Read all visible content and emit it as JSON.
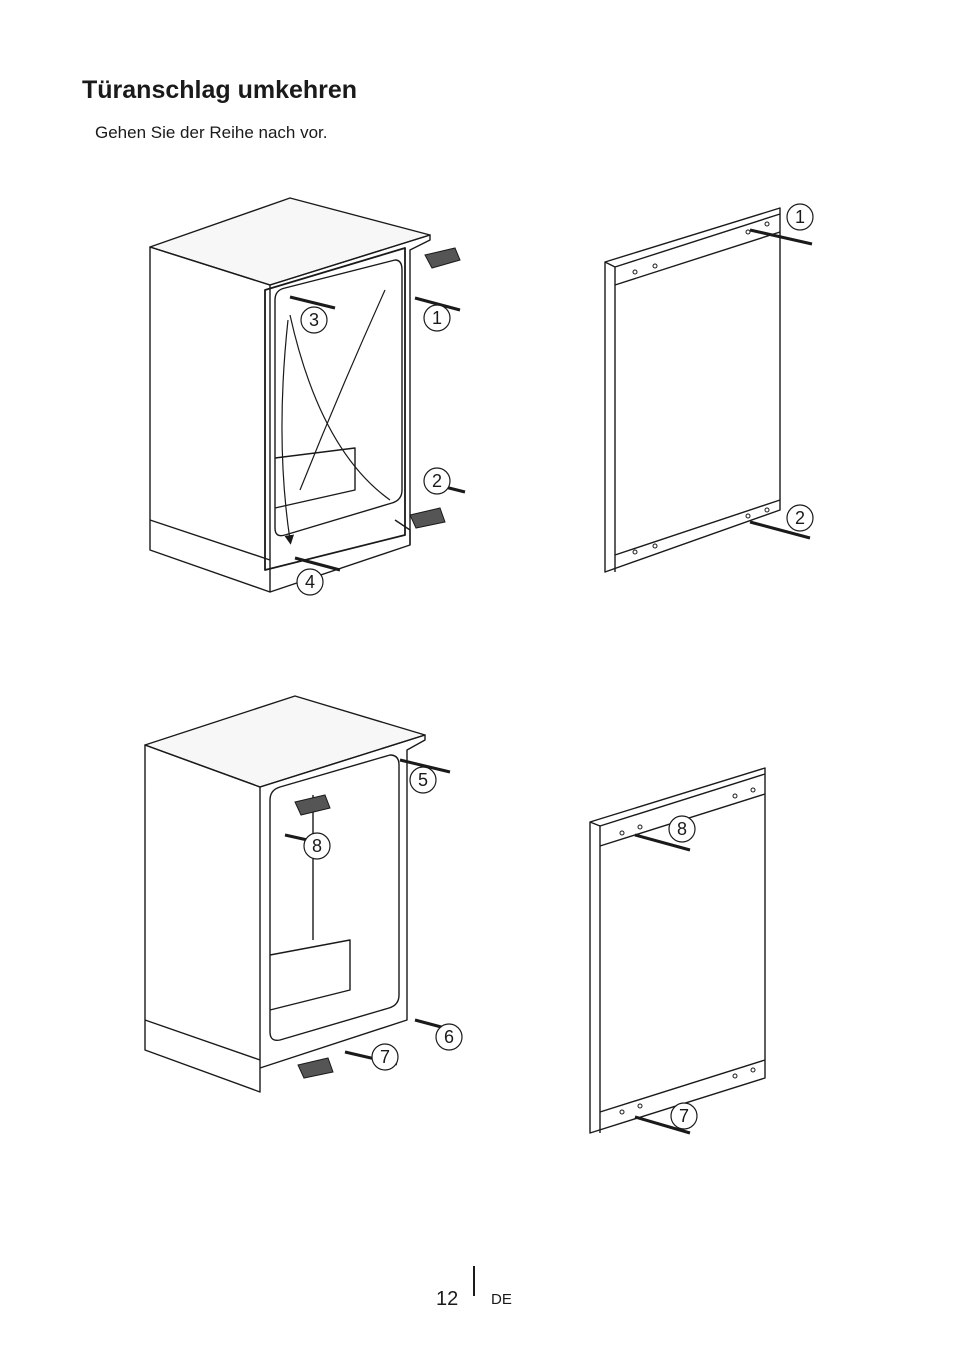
{
  "header": {
    "title": "Türanschlag umkehren",
    "subtitle": "Gehen Sie der Reihe nach vor."
  },
  "figures": {
    "fig1": {
      "steps": [
        "1",
        "2",
        "3",
        "4"
      ]
    },
    "fig2": {
      "steps": [
        "1",
        "2"
      ]
    },
    "fig3": {
      "steps": [
        "5",
        "6",
        "7",
        "8"
      ]
    },
    "fig4": {
      "steps": [
        "8",
        "7"
      ]
    }
  },
  "footer": {
    "page_number": "12",
    "language": "DE"
  }
}
